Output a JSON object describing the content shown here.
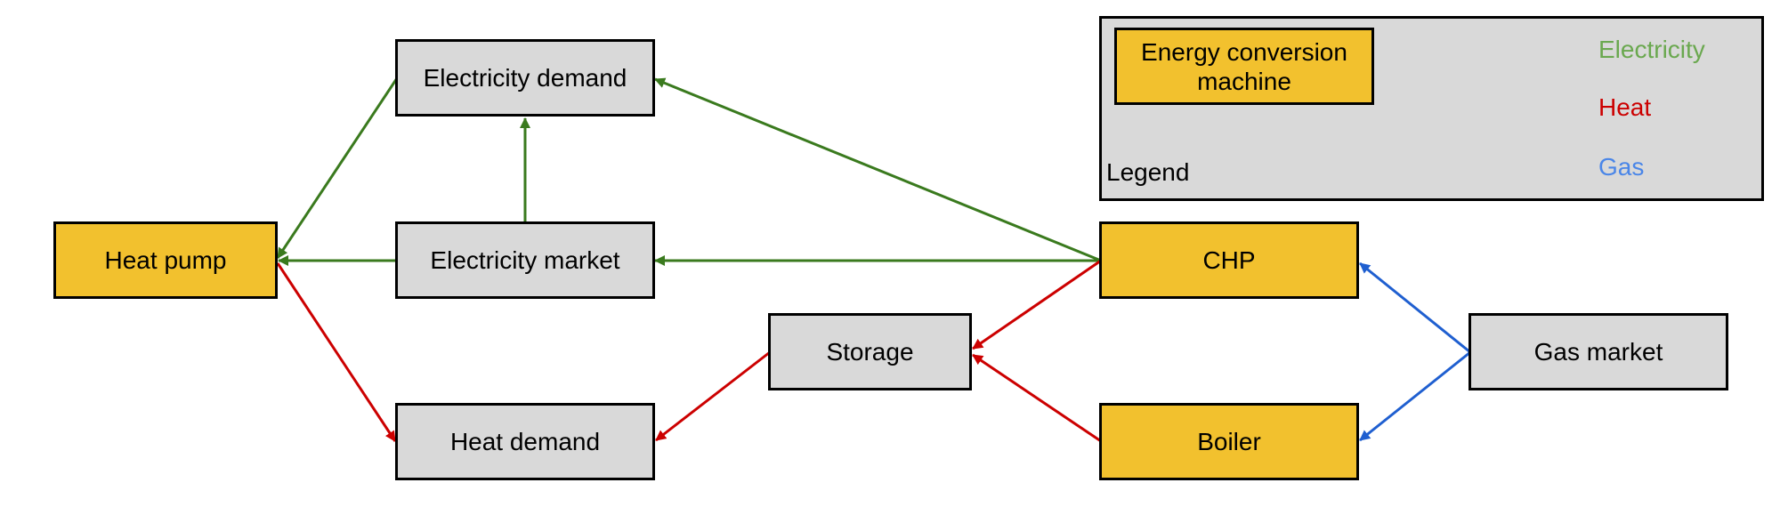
{
  "colors": {
    "machine_fill": "#f2c12e",
    "node_fill": "#d9d9d9",
    "electricity_arrow": "#3a7a1e",
    "heat_arrow": "#cc0000",
    "gas_arrow": "#1f5fd0",
    "electricity_text": "#6aa84f",
    "heat_text": "#cc0000",
    "gas_text": "#4a86e8"
  },
  "nodes": {
    "heat_pump": "Heat pump",
    "electricity_demand": "Electricity demand",
    "electricity_market": "Electricity market",
    "heat_demand": "Heat demand",
    "storage": "Storage",
    "chp": "CHP",
    "boiler": "Boiler",
    "gas_market": "Gas market"
  },
  "legend": {
    "title": "Legend",
    "machine_sample": "Energy conversion machine",
    "electricity": "Electricity",
    "heat": "Heat",
    "gas": "Gas"
  },
  "edges": [
    {
      "from": "electricity_demand",
      "to": "heat_pump",
      "carrier": "electricity"
    },
    {
      "from": "electricity_market",
      "to": "heat_pump",
      "carrier": "electricity"
    },
    {
      "from": "electricity_market",
      "to": "electricity_demand",
      "carrier": "electricity"
    },
    {
      "from": "chp",
      "to": "electricity_demand",
      "carrier": "electricity"
    },
    {
      "from": "chp",
      "to": "electricity_market",
      "carrier": "electricity"
    },
    {
      "from": "heat_pump",
      "to": "heat_demand",
      "carrier": "heat"
    },
    {
      "from": "storage",
      "to": "heat_demand",
      "carrier": "heat"
    },
    {
      "from": "chp",
      "to": "storage",
      "carrier": "heat"
    },
    {
      "from": "boiler",
      "to": "storage",
      "carrier": "heat"
    },
    {
      "from": "gas_market",
      "to": "chp",
      "carrier": "gas"
    },
    {
      "from": "gas_market",
      "to": "boiler",
      "carrier": "gas"
    }
  ]
}
